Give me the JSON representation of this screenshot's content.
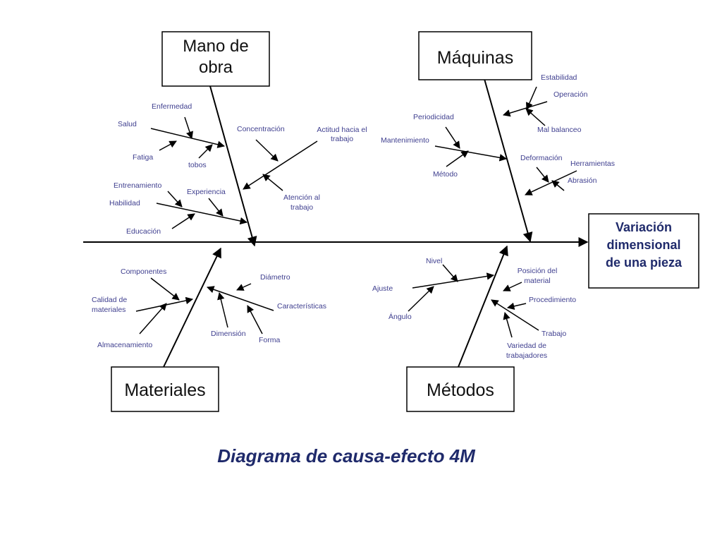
{
  "categories": {
    "mano_de_obra": [
      "Mano de",
      "obra"
    ],
    "maquinas": "Máquinas",
    "materiales": "Materiales",
    "metodos": "Métodos"
  },
  "effect": [
    "Variación",
    "dimensional",
    "de una pieza"
  ],
  "title": "Diagrama de causa-efecto  4M",
  "causes": {
    "mano_de_obra": {
      "enfermedad": "Enfermedad",
      "salud": "Salud",
      "fatiga": "Fatiga",
      "tobos": "tobos",
      "concentracion": "Concentración",
      "actitud": [
        "Actitud hacia el",
        "trabajo"
      ],
      "entrenamiento": "Entrenamiento",
      "experiencia": "Experiencia",
      "habilidad": "Habilidad",
      "atencion": [
        "Atención al",
        "trabajo"
      ],
      "educacion": "Educación"
    },
    "maquinas": {
      "estabilidad": "Estabilidad",
      "operacion": "Operación",
      "periodicidad": "Periodicidad",
      "mal_balanceo": "Mal balanceo",
      "mantenimiento": "Mantenimiento",
      "deformacion": "Deformación",
      "herramientas": "Herramientas",
      "metodo": "Método",
      "abrasion": "Abrasión"
    },
    "materiales": {
      "componentes": "Componentes",
      "diametro": "Diámetro",
      "calidad": [
        "Calidad de",
        "materiales"
      ],
      "caracteristicas": "Características",
      "dimension": "Dimensión",
      "forma": "Forma",
      "almacenamiento": "Almacenamiento"
    },
    "metodos": {
      "nivel": "Nivel",
      "posicion": [
        "Posición del",
        "material"
      ],
      "ajuste": "Ajuste",
      "procedimiento": "Procedimiento",
      "angulo": "Ángulo",
      "trabajo": "Trabajo",
      "variedad": [
        "Variedad de",
        "trabajadores"
      ]
    }
  }
}
